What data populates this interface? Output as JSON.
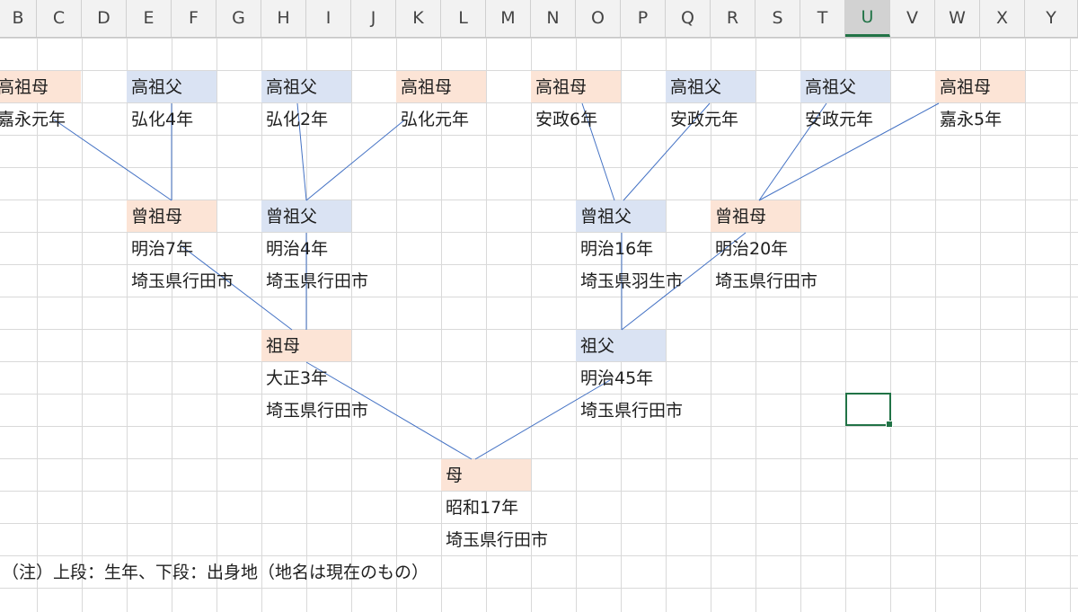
{
  "columns": [
    "B",
    "C",
    "D",
    "E",
    "F",
    "G",
    "H",
    "I",
    "J",
    "K",
    "L",
    "M",
    "N",
    "O",
    "P",
    "Q",
    "R",
    "S",
    "T",
    "U",
    "V",
    "W",
    "X",
    "Y"
  ],
  "active_column": "U",
  "colors": {
    "female": "#fce4d6",
    "male": "#dae3f3",
    "line": "#4472c4",
    "selection": "#217346"
  },
  "tree": {
    "gg_1": {
      "role": "高祖母",
      "sex": "female",
      "year": "嘉永元年"
    },
    "gg_2": {
      "role": "高祖父",
      "sex": "male",
      "year": "弘化4年"
    },
    "gg_3": {
      "role": "高祖父",
      "sex": "male",
      "year": "弘化2年"
    },
    "gg_4": {
      "role": "高祖母",
      "sex": "female",
      "year": "弘化元年"
    },
    "gg_5": {
      "role": "高祖母",
      "sex": "female",
      "year": "安政6年"
    },
    "gg_6": {
      "role": "高祖父",
      "sex": "male",
      "year": "安政元年"
    },
    "gg_7": {
      "role": "高祖父",
      "sex": "male",
      "year": "安政元年"
    },
    "gg_8": {
      "role": "高祖母",
      "sex": "female",
      "year": "嘉永5年"
    },
    "g_1": {
      "role": "曾祖母",
      "sex": "female",
      "year": "明治7年",
      "place": "埼玉県行田市"
    },
    "g_2": {
      "role": "曾祖父",
      "sex": "male",
      "year": "明治4年",
      "place": "埼玉県行田市"
    },
    "g_3": {
      "role": "曾祖父",
      "sex": "male",
      "year": "明治16年",
      "place": "埼玉県羽生市"
    },
    "g_4": {
      "role": "曾祖母",
      "sex": "female",
      "year": "明治20年",
      "place": "埼玉県行田市"
    },
    "p_1": {
      "role": "祖母",
      "sex": "female",
      "year": "大正3年",
      "place": "埼玉県行田市"
    },
    "p_2": {
      "role": "祖父",
      "sex": "male",
      "year": "明治45年",
      "place": "埼玉県行田市"
    },
    "mother": {
      "role": "母",
      "sex": "female",
      "year": "昭和17年",
      "place": "埼玉県行田市"
    }
  },
  "note": "（注）上段：生年、下段：出身地（地名は現在のもの）"
}
